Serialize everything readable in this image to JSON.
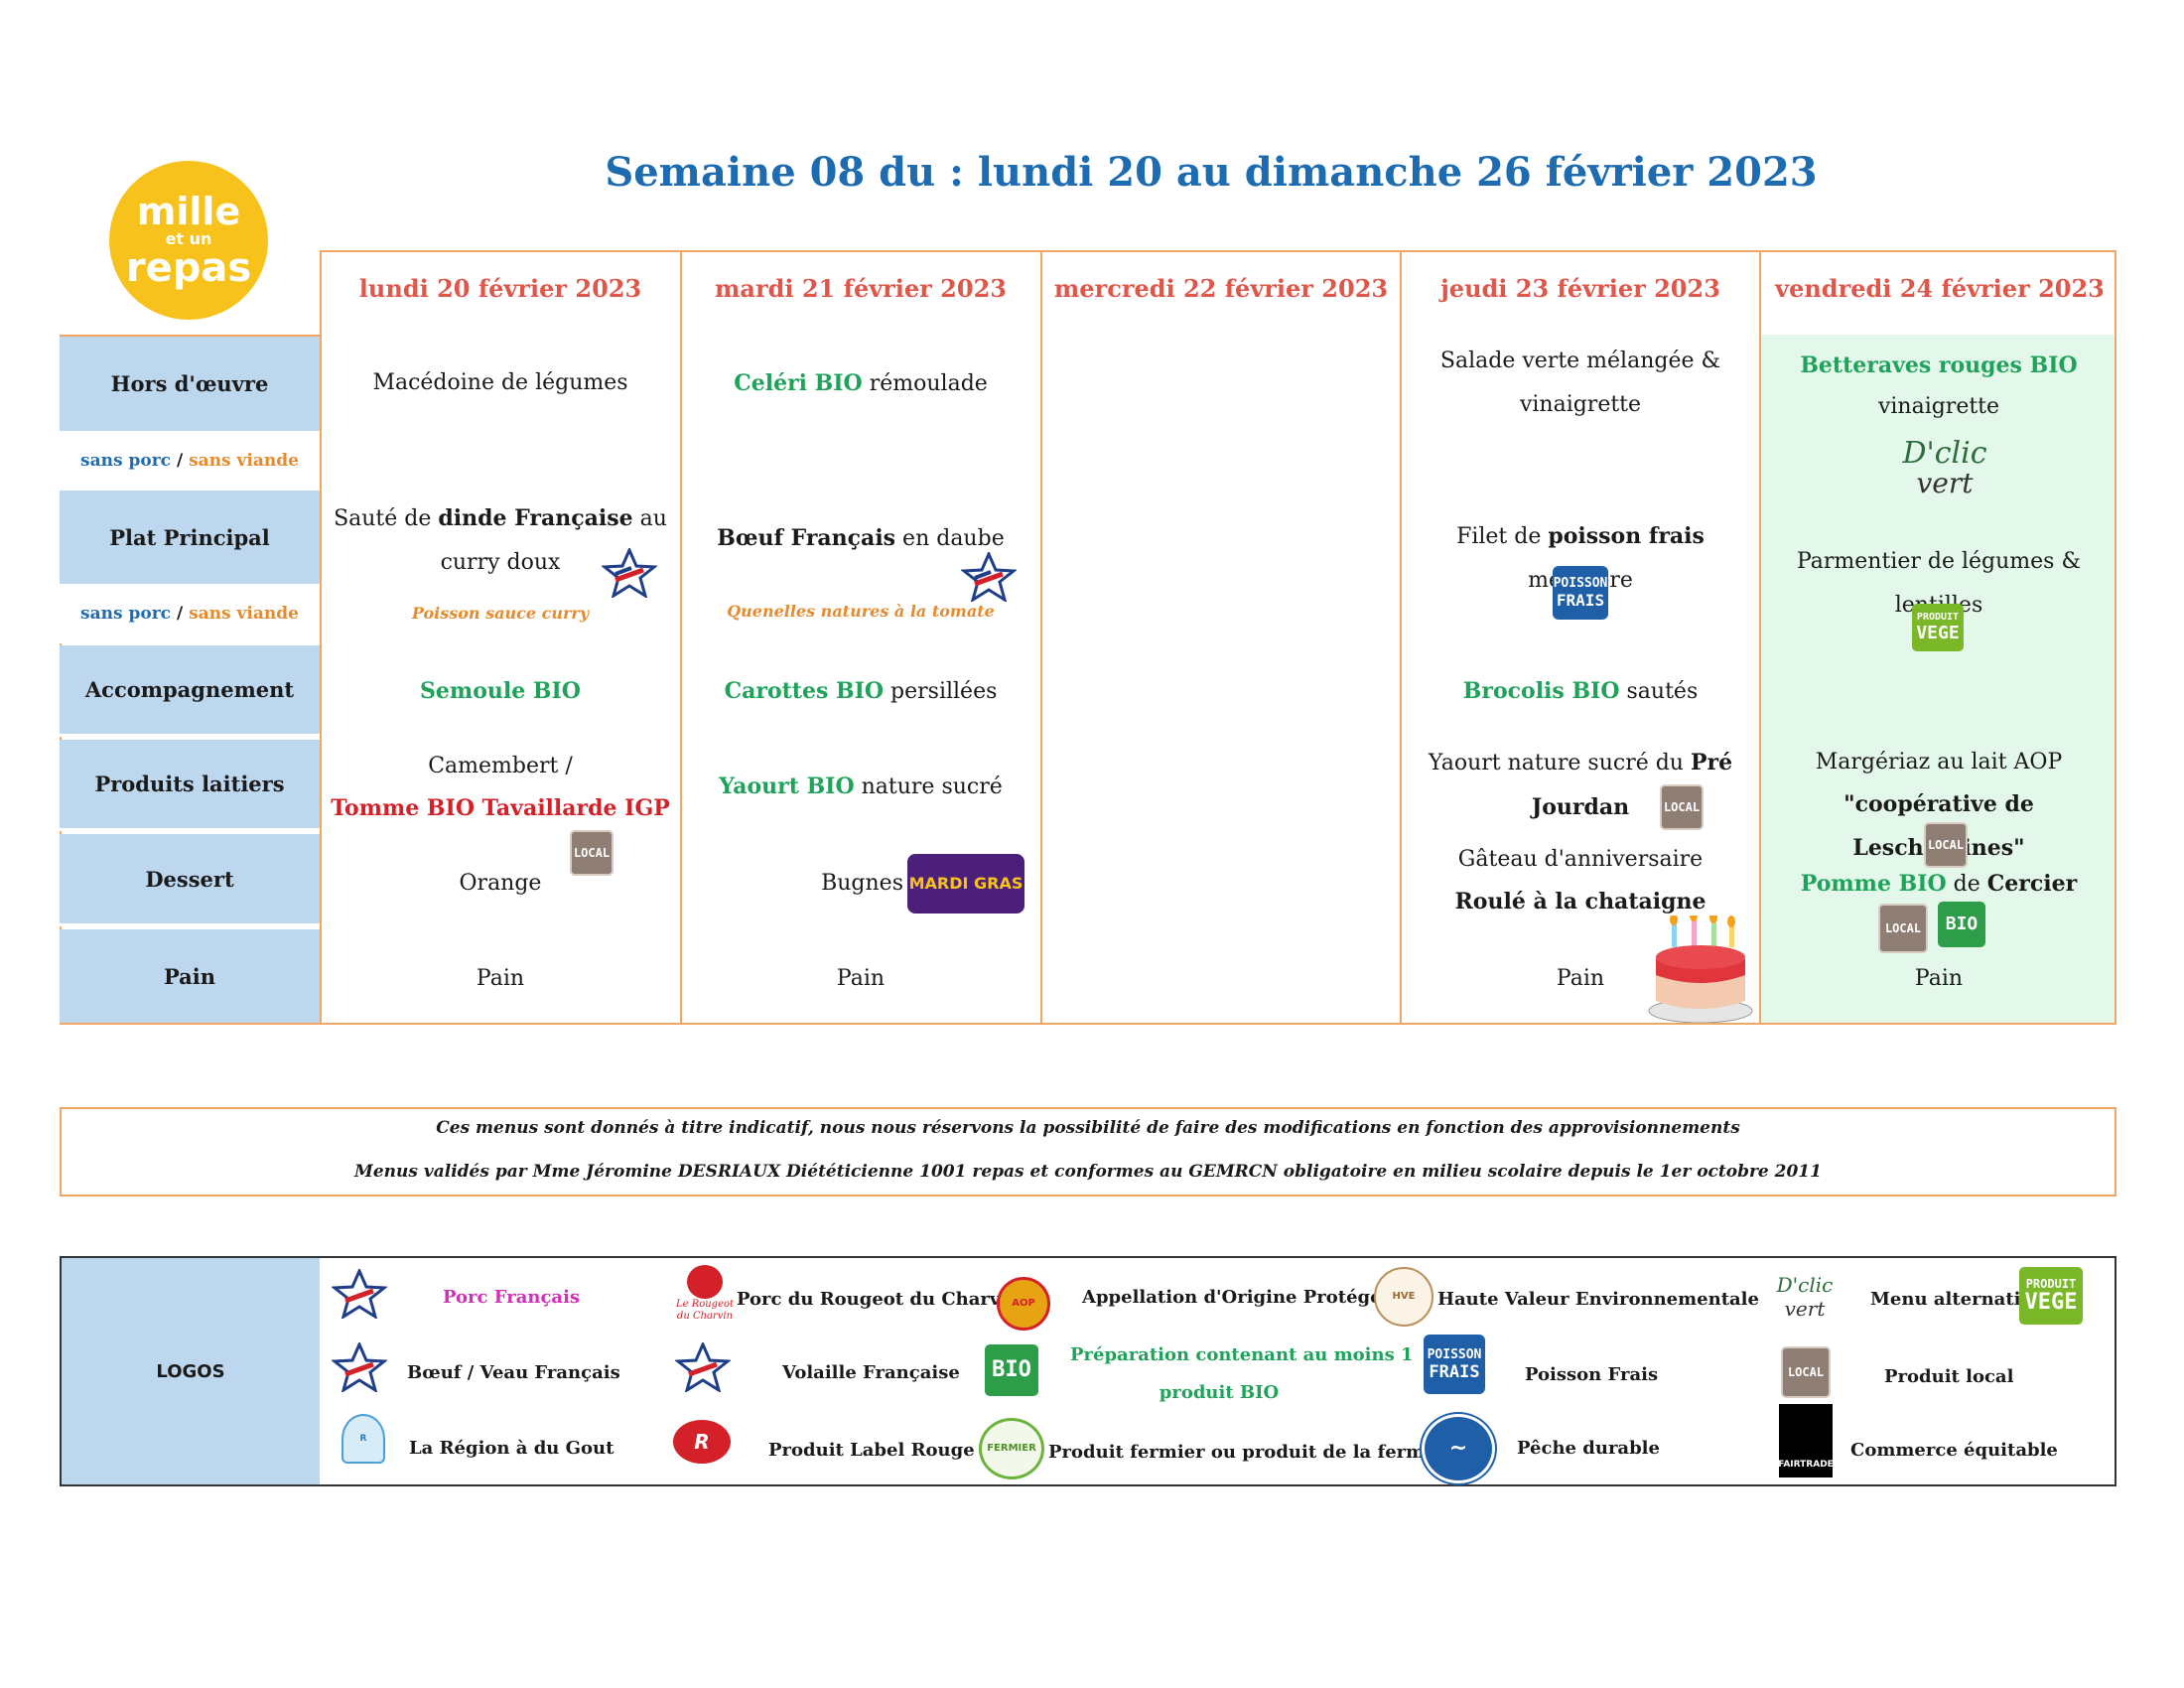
{
  "brand": {
    "line1": "mille",
    "line2": "et un",
    "line3": "repas"
  },
  "title": "Semaine 08 du : lundi 20 au dimanche 26 février 2023",
  "rows": {
    "hors_doeuvre": "Hors d'œuvre",
    "sans1_porc": "sans porc",
    "sans1_sep": "/",
    "sans1_viande": "sans viande",
    "plat": "Plat Principal",
    "sans2_porc": "sans porc",
    "sans2_sep": "/",
    "sans2_viande": "sans viande",
    "accompagnement": "Accompagnement",
    "laitiers": "Produits laitiers",
    "dessert": "Dessert",
    "pain": "Pain"
  },
  "days": {
    "mon": {
      "title": "lundi 20 février 2023",
      "hors": "Macédoine de légumes",
      "plat_a": "Sauté de ",
      "plat_b": "dinde Française",
      "plat_c": " au curry doux",
      "alt": "Poisson sauce curry",
      "accomp": "Semoule BIO",
      "lait_a": "Camembert /",
      "lait_b": "Tomme BIO Tavaillarde IGP",
      "dessert": "Orange",
      "pain": "Pain"
    },
    "tue": {
      "title": "mardi 21 février 2023",
      "hors_a": "Celéri BIO",
      "hors_b": " rémoulade",
      "plat_a": "Bœuf Français",
      "plat_b": " en daube",
      "alt": "Quenelles natures à la tomate",
      "accomp_a": "Carottes BIO",
      "accomp_b": " persillées",
      "lait_a": "Yaourt BIO",
      "lait_b": " nature sucré",
      "dessert": "Bugnes",
      "pain": "Pain"
    },
    "wed": {
      "title": "mercredi 22 février 2023"
    },
    "thu": {
      "title": "jeudi 23 février 2023",
      "hors": "Salade verte mélangée & vinaigrette",
      "plat_a": "Filet de ",
      "plat_b": "poisson frais",
      "plat_c": " meunière",
      "accomp_a": "Brocolis BIO",
      "accomp_b": " sautés",
      "lait_a": "Yaourt nature sucré du ",
      "lait_b": "Pré Jourdan",
      "dessert_a": "Gâteau d'anniversaire",
      "dessert_b": "Roulé à la chataigne",
      "pain": "Pain"
    },
    "fri": {
      "title": "vendredi 24 février 2023",
      "hors_a": "Betteraves rouges BIO",
      "hors_b": "vinaigrette",
      "plat": "Parmentier de légumes & lentilles",
      "lait_a": "Margériaz au lait AOP",
      "lait_b": "\"coopérative de Lescheraines\"",
      "dessert_a": "Pomme BIO",
      "dessert_b": " de ",
      "dessert_c": "Cercier",
      "pain": "Pain"
    }
  },
  "badges": {
    "local": "LOCAL",
    "bio": "BIO",
    "vege_a": "PRODUIT",
    "vege_b": "VEGE",
    "poisson_a": "POISSON",
    "poisson_b": "FRAIS",
    "mardi_gras": "MARDI GRAS",
    "dclic_a": "D'clic",
    "dclic_b": "vert"
  },
  "notice": {
    "line1": "Ces menus sont donnés à titre indicatif, nous nous réservons la possibilité de faire des modifications en fonction des approvisionnements",
    "line2": "Menus validés par Mme Jéromine DESRIAUX Diététicienne 1001 repas et conformes au GEMRCN obligatoire en milieu scolaire depuis le 1er octobre 2011"
  },
  "legend": {
    "head": "LOGOS",
    "porc": "Porc Français",
    "boeuf": "Bœuf / Veau Français",
    "region": "La Région à du Gout",
    "rougeot": "Porc du Rougeot du Charvin",
    "volaille": "Volaille Française",
    "label_rouge": "Produit Label Rouge",
    "aop": "Appellation d'Origine Protégée",
    "bio_a": "Préparation contenant au moins 1",
    "bio_b": "produit BIO",
    "fermier": "Produit fermier ou produit de la ferme",
    "hve": "Haute Valeur Environnementale",
    "poisson": "Poisson Frais",
    "peche": "Pêche durable",
    "menu_alt": "Menu alternatif",
    "local": "Produit local",
    "equitable": "Commerce équitable",
    "rougeot_logo": "Le Rougeot du Charvin",
    "fairtrade_logo": "FAIRTRADE"
  },
  "colors": {
    "accent": "#1d6cb2",
    "day": "#e0564a",
    "bio": "#1fa35a",
    "border": "#f0a766",
    "rowhead": "#bdd7ee"
  }
}
